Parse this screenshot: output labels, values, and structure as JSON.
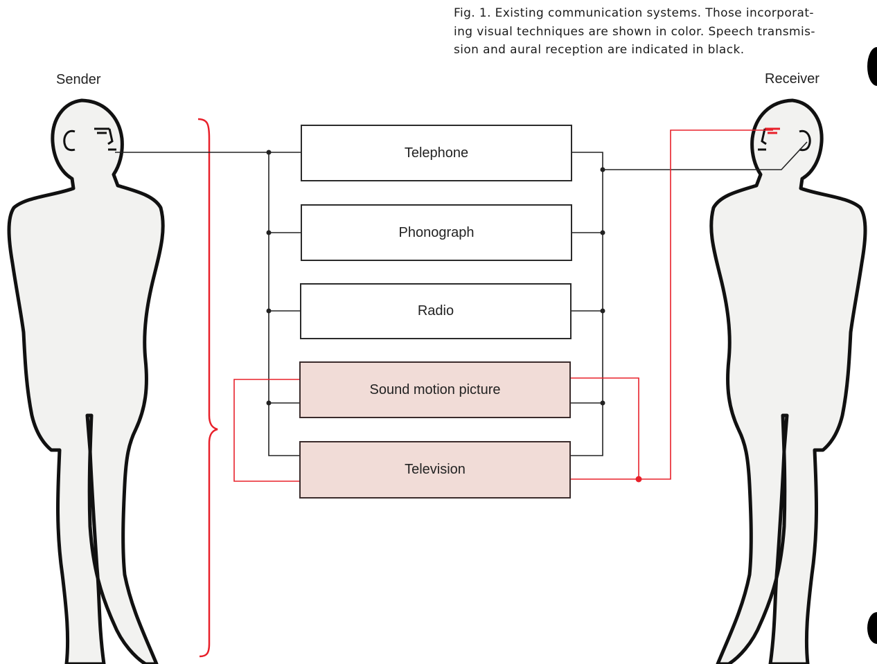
{
  "caption": {
    "lines": [
      "Fig. 1. Existing communication systems. Those incorporat-",
      "ing visual techniques are shown in color. Speech transmis-",
      "sion and aural reception are indicated in black."
    ]
  },
  "labels": {
    "sender": "Sender",
    "receiver": "Receiver"
  },
  "systems": [
    {
      "label": "Telephone",
      "visual": false
    },
    {
      "label": "Phonograph",
      "visual": false
    },
    {
      "label": "Radio",
      "visual": false
    },
    {
      "label": "Sound motion picture",
      "visual": true
    },
    {
      "label": "Television",
      "visual": true
    }
  ],
  "colors": {
    "speech_line": "#222222",
    "visual_line": "#e8202a",
    "visual_box_fill": "#f1dcd7",
    "figure_fill": "#f2f2f0",
    "figure_outline": "#111111"
  }
}
